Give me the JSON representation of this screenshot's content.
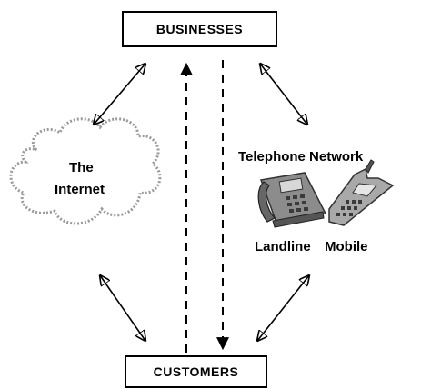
{
  "diagram": {
    "businesses_label": "BUSINESSES",
    "customers_label": "CUSTOMERS",
    "internet_label_line1": "The",
    "internet_label_line2": "Internet",
    "telephone_network_label": "Telephone Network",
    "landline_label": "Landline",
    "mobile_label": "Mobile"
  },
  "colors": {
    "line": "#000000",
    "cloud_outline": "#999999",
    "background": "#ffffff"
  },
  "icons": [
    "cloud-icon",
    "landline-phone-icon",
    "mobile-phone-icon"
  ]
}
